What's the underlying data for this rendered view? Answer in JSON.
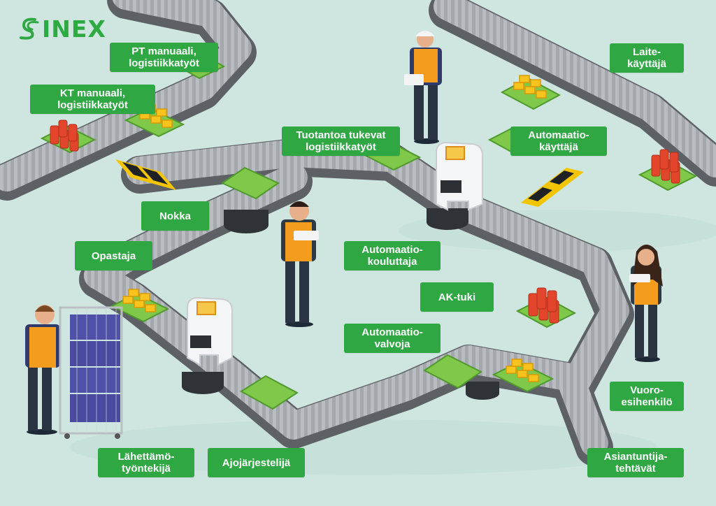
{
  "brand": {
    "name": "INEX",
    "color": "#2fa844"
  },
  "colors": {
    "background": "#cfe6e0",
    "conveyor": "#9a9ea2",
    "label": "#2fa844",
    "vest": "#f39c1e",
    "crate": "#4f50a8"
  },
  "roles": [
    {
      "id": "pt-manuaali",
      "lines": [
        "PT manuaali,",
        "logistiikkatyöt"
      ]
    },
    {
      "id": "kt-manuaali",
      "lines": [
        "KT manuaali,",
        "logistiikkatyöt"
      ]
    },
    {
      "id": "tuotantoa-tukevat",
      "lines": [
        "Tuotantoa tukevat",
        "logistiikkatyöt"
      ]
    },
    {
      "id": "laitekayttaja",
      "lines": [
        "Laite-",
        "käyttäjä"
      ]
    },
    {
      "id": "automaatiokayttaja",
      "lines": [
        "Automaatio-",
        "käyttäjä"
      ]
    },
    {
      "id": "nokka",
      "lines": [
        "Nokka"
      ]
    },
    {
      "id": "opastaja",
      "lines": [
        "Opastaja"
      ]
    },
    {
      "id": "automaatiokouluttaja",
      "lines": [
        "Automaatio-",
        "kouluttaja"
      ]
    },
    {
      "id": "ak-tuki",
      "lines": [
        "AK-tuki"
      ]
    },
    {
      "id": "automaatiovalvoja",
      "lines": [
        "Automaatio-",
        "valvoja"
      ]
    },
    {
      "id": "vuoroesihenkilo",
      "lines": [
        "Vuoro-",
        "esihenkilö"
      ]
    },
    {
      "id": "lahettamotyontekija",
      "lines": [
        "Lähettämö-",
        "työntekijä"
      ]
    },
    {
      "id": "ajojarjestelija",
      "lines": [
        "Ajojärjestelijä"
      ]
    },
    {
      "id": "asiantuntijatehtavat",
      "lines": [
        "Asiantuntija-",
        "tehtävät"
      ]
    }
  ]
}
